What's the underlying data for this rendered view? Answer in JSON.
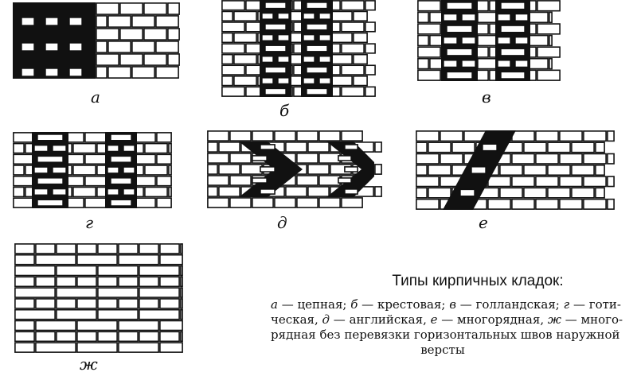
{
  "title": "Типы кирпичных кладок:",
  "panels": [
    {
      "id": "a",
      "label": "а"
    },
    {
      "id": "b",
      "label": "б"
    },
    {
      "id": "v",
      "label": "в"
    },
    {
      "id": "g",
      "label": "г"
    },
    {
      "id": "d",
      "label": "д"
    },
    {
      "id": "e",
      "label": "е"
    },
    {
      "id": "zh",
      "label": "ж"
    }
  ],
  "caption": {
    "letters": [
      "а",
      "б",
      "в",
      "г",
      "д",
      "е",
      "ж"
    ],
    "parts": [
      " — цепная; ",
      " — крестовая; ",
      " — голландская; ",
      " — готи-",
      "ческая, ",
      " — английская, ",
      " — многорядная, ",
      " — много-",
      "рядная без перевязки горизонтальных швов наружной",
      "версты"
    ]
  },
  "colors": {
    "ink": "#111111",
    "paper": "#ffffff"
  }
}
